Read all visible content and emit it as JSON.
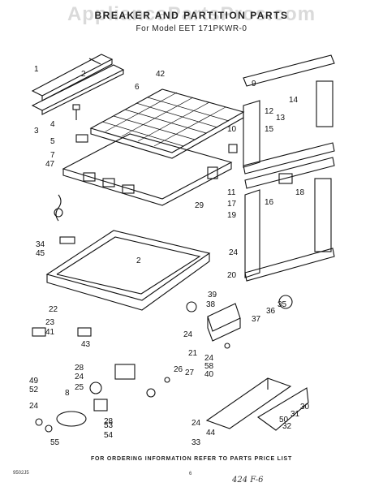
{
  "watermark": "AppliancePartsPros.com",
  "title": "BREAKER AND PARTITION PARTS",
  "subtitle": "For Model EET 171PKWR-0",
  "footer": "FOR ORDERING INFORMATION REFER TO PARTS PRICE LIST",
  "corner_code": "9502J5",
  "page_number": "6",
  "handwritten_note": "424 F-6",
  "callouts": [
    "1",
    "2",
    "3",
    "4",
    "5",
    "6",
    "7",
    "47",
    "42",
    "9",
    "12",
    "13",
    "14",
    "10",
    "15",
    "11",
    "17",
    "16",
    "18",
    "19",
    "20",
    "29",
    "24",
    "34",
    "45",
    "2",
    "22",
    "39",
    "38",
    "35",
    "36",
    "37",
    "23",
    "41",
    "43",
    "24",
    "21",
    "24",
    "58",
    "40",
    "28",
    "49",
    "24",
    "26",
    "27",
    "25",
    "52",
    "8",
    "24",
    "55",
    "28",
    "53",
    "54",
    "30",
    "32",
    "50",
    "31",
    "24",
    "44",
    "33"
  ]
}
